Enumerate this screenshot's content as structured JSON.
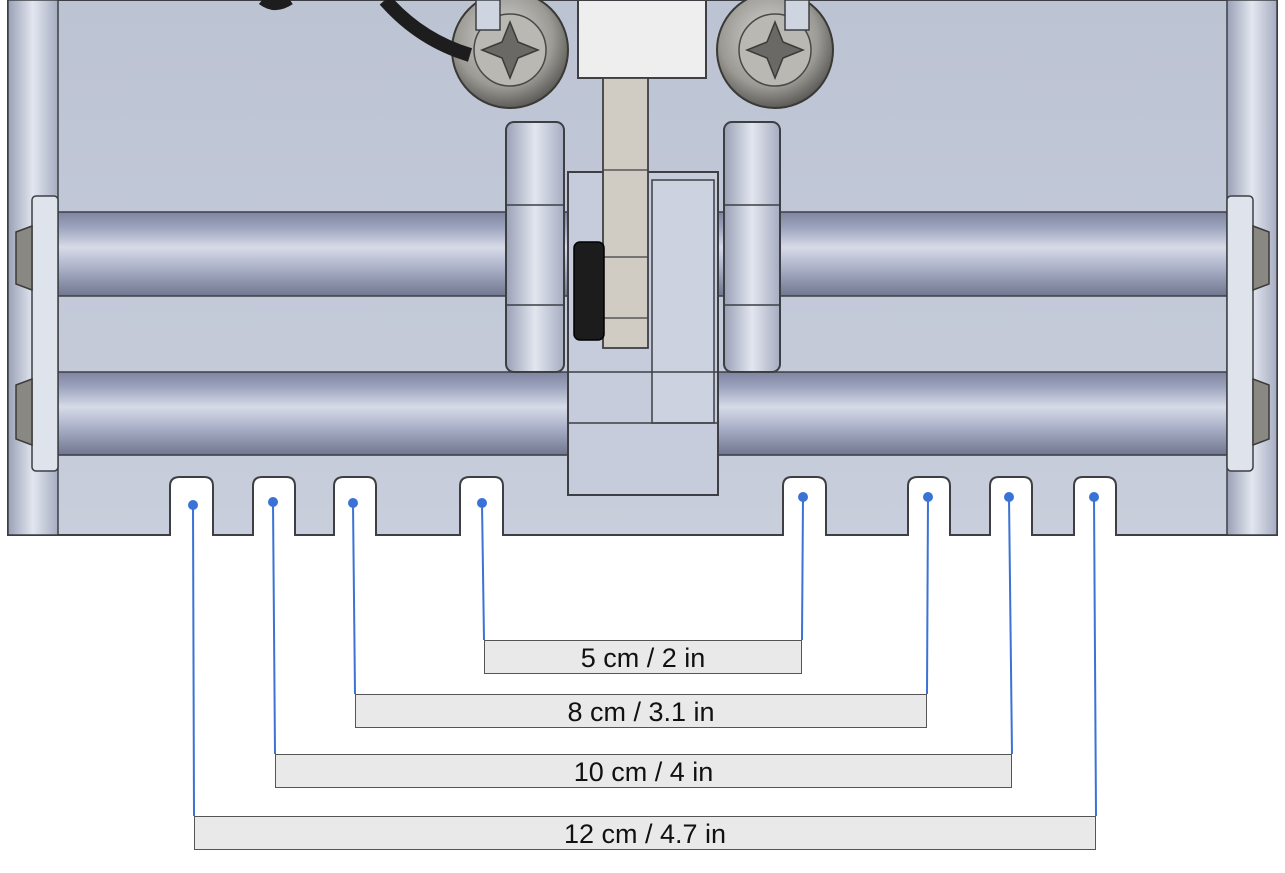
{
  "figure": {
    "dimensions": [
      {
        "label": "5 cm / 2 in"
      },
      {
        "label": "8 cm / 3.1 in"
      },
      {
        "label": "10 cm / 4 in"
      },
      {
        "label": "12 cm / 4.7 in"
      }
    ]
  },
  "colors": {
    "background": "#ffffff",
    "housing": "#c5cbd9",
    "housing_edge": "#3d3f44",
    "rod": "#a9afc6",
    "leader_line": "#3a72d6",
    "label_fill": "#e9e9e9"
  },
  "icons": [
    "torx-screw-icon",
    "socket-head-bolt-icon"
  ]
}
